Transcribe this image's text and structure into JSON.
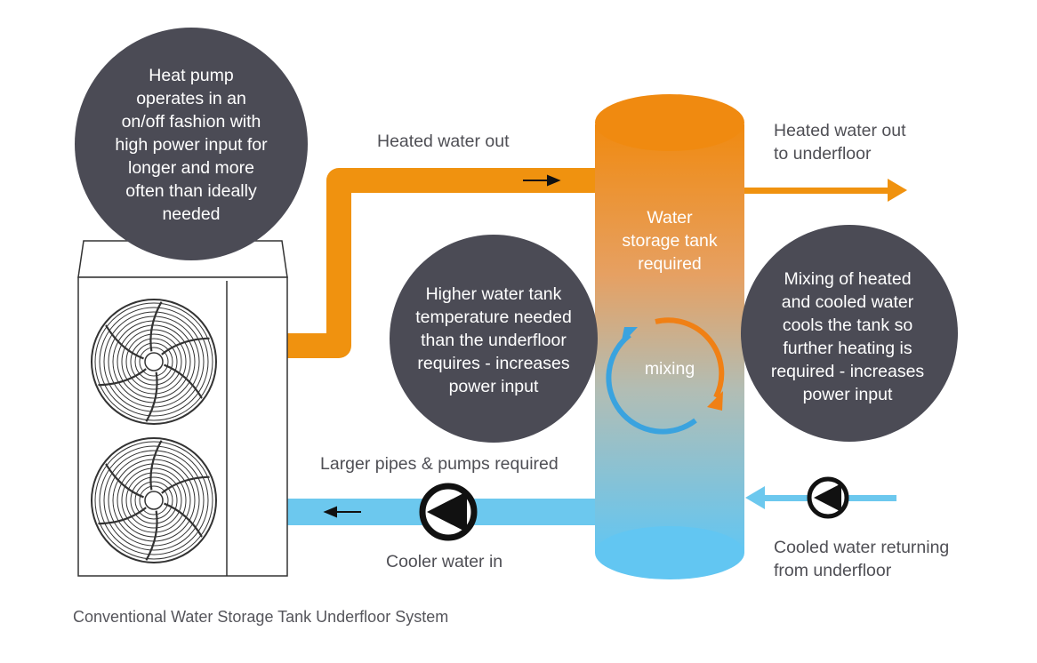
{
  "colors": {
    "hot_pipe": "#f0920f",
    "cold_pipe": "#6cc8ee",
    "bubble": "#4b4b55",
    "tank_top": "#f08a10",
    "tank_bottom": "#62c6f2",
    "mix_orange": "#f08015",
    "mix_blue": "#3aa3df"
  },
  "icons": {
    "heat_pump": "outdoor-unit-with-two-fans",
    "pump": "circle-pump-symbol",
    "mixing": "circular-arrows"
  },
  "labels": {
    "heated_water_out": "Heated water out",
    "heated_to_underfloor": [
      "Heated water out",
      "to underfloor"
    ],
    "larger_pipes": "Larger pipes & pumps required",
    "cooler_water_in": "Cooler water in",
    "cooled_returning": [
      "Cooled water returning",
      "from underfloor"
    ]
  },
  "bubbles": {
    "heat_pump": [
      "Heat pump",
      "operates in an",
      "on/off fashion with",
      "high power input for",
      "longer and more",
      "often than ideally",
      "needed"
    ],
    "higher_temp": [
      "Higher water tank",
      "temperature needed",
      "than the underfloor",
      "requires - increases",
      "power input"
    ],
    "mixing": [
      "Mixing of heated",
      "and cooled water",
      "cools the tank so",
      "further heating is",
      "required - increases",
      "power input"
    ]
  },
  "tank": {
    "label": [
      "Water",
      "storage tank",
      "required"
    ],
    "mixing_label": "mixing"
  },
  "caption": "Conventional Water Storage Tank Underfloor System"
}
